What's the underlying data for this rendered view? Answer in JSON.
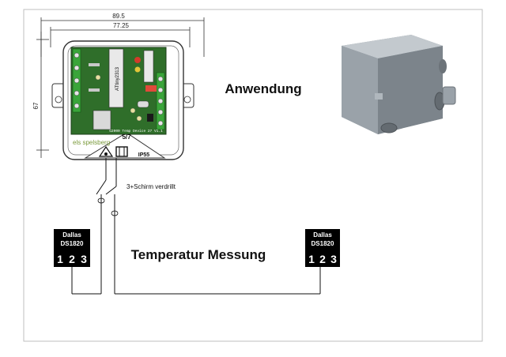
{
  "heading_application": "Anwendung",
  "heading_measurement": "Temperatur Messung",
  "dimensions": {
    "outer_width": "89.5",
    "inner_width": "77.25",
    "height_left": "67"
  },
  "housing": {
    "brand": "els spelsberg",
    "model": "5/7",
    "protection": "IP55"
  },
  "pcb": {
    "chip": "ATtiny2313",
    "caption": "G2000 Temp Device 27 V1.1"
  },
  "cable_label": "3+Schirm  verdrillt",
  "sensors": [
    {
      "line1": "Dallas",
      "line2": "DS1820",
      "pins": [
        "1",
        "2",
        "3"
      ]
    },
    {
      "line1": "Dallas",
      "line2": "DS1820",
      "pins": [
        "1",
        "2",
        "3"
      ]
    }
  ]
}
